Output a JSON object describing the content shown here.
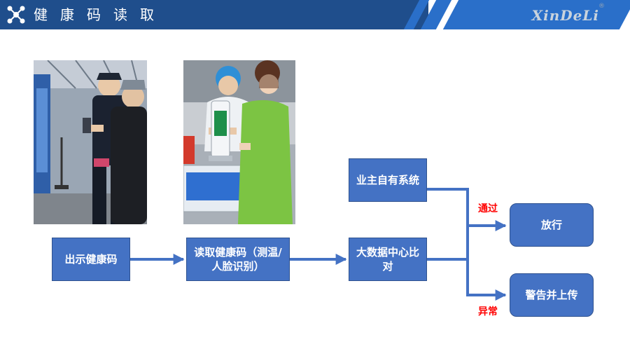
{
  "header": {
    "title": "健康码读取",
    "brand": "XinDeLi",
    "brand_mark": "®",
    "logo_icon": "network-nodes-icon"
  },
  "photos": [
    {
      "icon": "security-checkpoint-photo"
    },
    {
      "icon": "triage-station-photo"
    }
  ],
  "flow": {
    "step1": "出示健康码",
    "step2": "读取健康码（测温/人脸识别）",
    "step3": "大数据中心比对",
    "owner_system": "业主自有系统",
    "pass_label": "通过",
    "release": "放行",
    "abnormal_label": "异常",
    "warn_upload": "警告并上传"
  },
  "colors": {
    "header_dark": "#1f4e8c",
    "header_light": "#2a6fc9",
    "box": "#4472c4",
    "arrow": "#4472c4",
    "alert_text": "#ff0000"
  }
}
